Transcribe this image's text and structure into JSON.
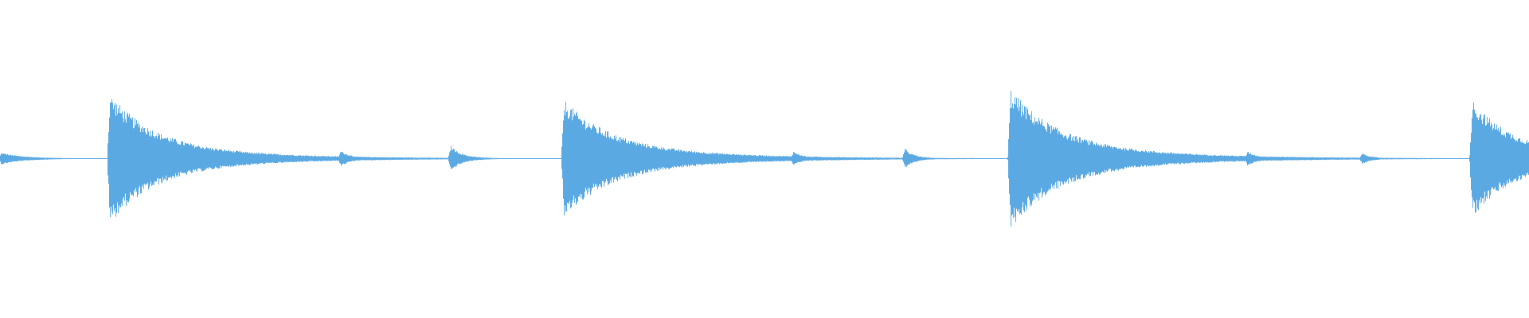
{
  "waveform": {
    "color": "#5aa9e3",
    "background": "#ffffff",
    "baseline_level": 0.005,
    "events": [
      {
        "t": 0.0,
        "peak": 0.08,
        "decay": 0.012
      },
      {
        "t": 0.071,
        "peak": 0.84,
        "decay": 0.028
      },
      {
        "t": 0.148,
        "peak": 0.14,
        "decay": 0.006
      },
      {
        "t": 0.222,
        "peak": 0.11,
        "decay": 0.006
      },
      {
        "t": 0.294,
        "peak": 0.18,
        "decay": 0.006
      },
      {
        "t": 0.368,
        "peak": 0.76,
        "decay": 0.03
      },
      {
        "t": 0.444,
        "peak": 0.12,
        "decay": 0.008
      },
      {
        "t": 0.518,
        "peak": 0.1,
        "decay": 0.006
      },
      {
        "t": 0.591,
        "peak": 0.14,
        "decay": 0.005
      },
      {
        "t": 0.66,
        "peak": 0.9,
        "decay": 0.03
      },
      {
        "t": 0.736,
        "peak": 0.12,
        "decay": 0.007
      },
      {
        "t": 0.815,
        "peak": 0.1,
        "decay": 0.006
      },
      {
        "t": 0.89,
        "peak": 0.08,
        "decay": 0.005
      },
      {
        "t": 0.962,
        "peak": 0.76,
        "decay": 0.025
      }
    ]
  }
}
